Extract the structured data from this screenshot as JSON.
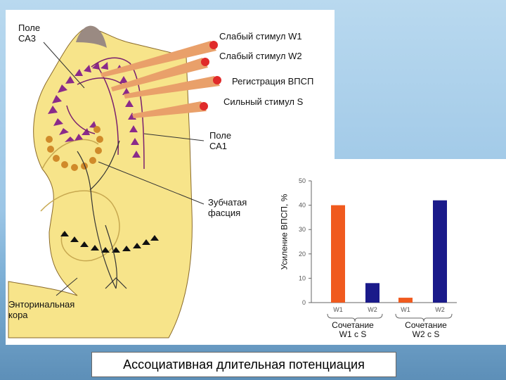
{
  "labels": {
    "ca3": "Поле\nСА3",
    "w1": "Слабый стимул W1",
    "w2": "Слабый стимул W2",
    "registration": "Регистрация ВПСП",
    "strong": "Сильный стимул S",
    "ca1": "Поле\nСА1",
    "dentate": "Зубчатая\nфасция",
    "entorhinal": "Энторинальная\nкора"
  },
  "title": "Ассоциативная длительная потенциация",
  "colors": {
    "tissue": "#f7e48a",
    "axon": "#7a1f6e",
    "pyramids": "#8a2a8a",
    "cells": "#d8a040",
    "electrode": "#e9a06a",
    "tip": "#e02a2a",
    "bar_w1": "#f05a1e",
    "bar_w2": "#1a1a8a"
  },
  "chart_data": {
    "type": "bar",
    "ylabel": "Усиление ВПСП, %",
    "ylim": [
      0,
      50
    ],
    "yticks": [
      0,
      10,
      20,
      30,
      40,
      50
    ],
    "categories": [
      "W1",
      "W2",
      "W1",
      "W2"
    ],
    "values": [
      40,
      8,
      2,
      42
    ],
    "groups": [
      "Сочетание\nW1 с S",
      "Сочетание\nW2 с S"
    ]
  }
}
